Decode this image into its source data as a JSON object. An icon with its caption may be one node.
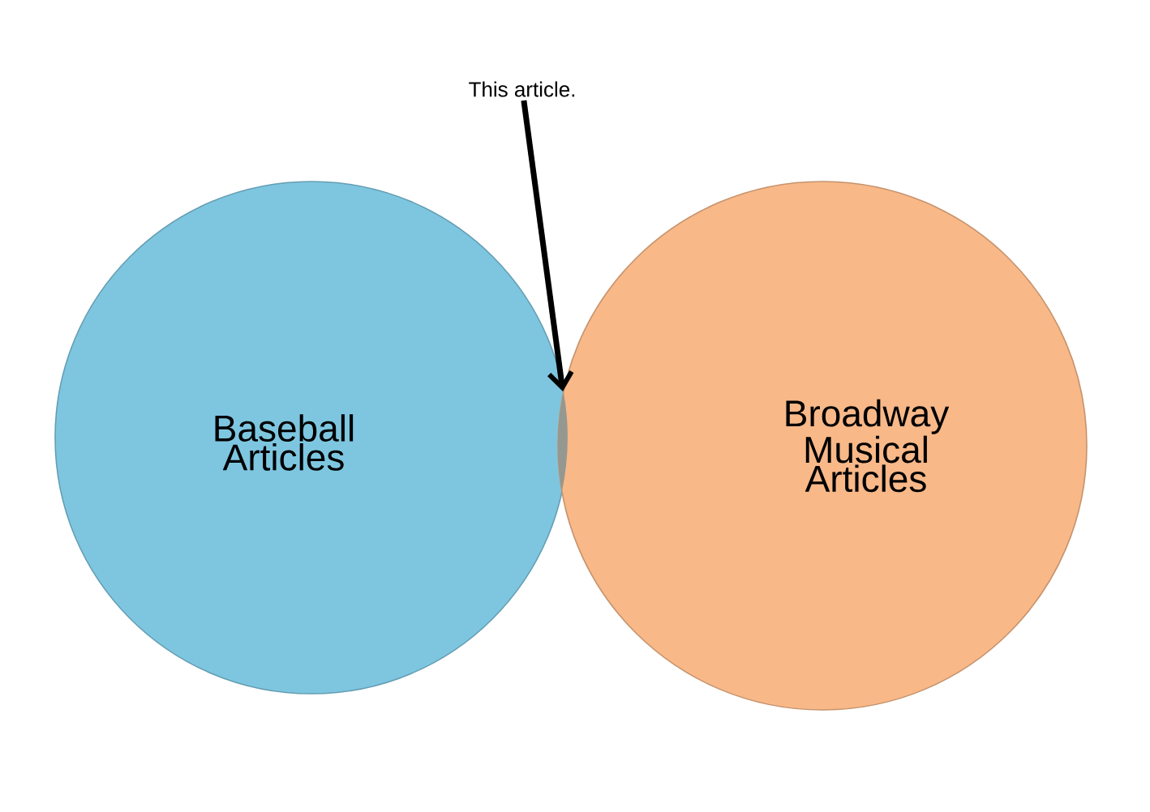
{
  "diagram": {
    "nodes": [
      {
        "text": [
          "This article."
        ]
      },
      {
        "text": [
          "Baseball Articles"
        ]
      },
      {
        "text": [
          "Broadway Musical Articles"
        ]
      },
      {
        "text": [],
        "shape": "overlap"
      }
    ],
    "edges": [
      {
        "from": 0,
        "to": 3,
        "arrow": "to"
      }
    ]
  }
}
